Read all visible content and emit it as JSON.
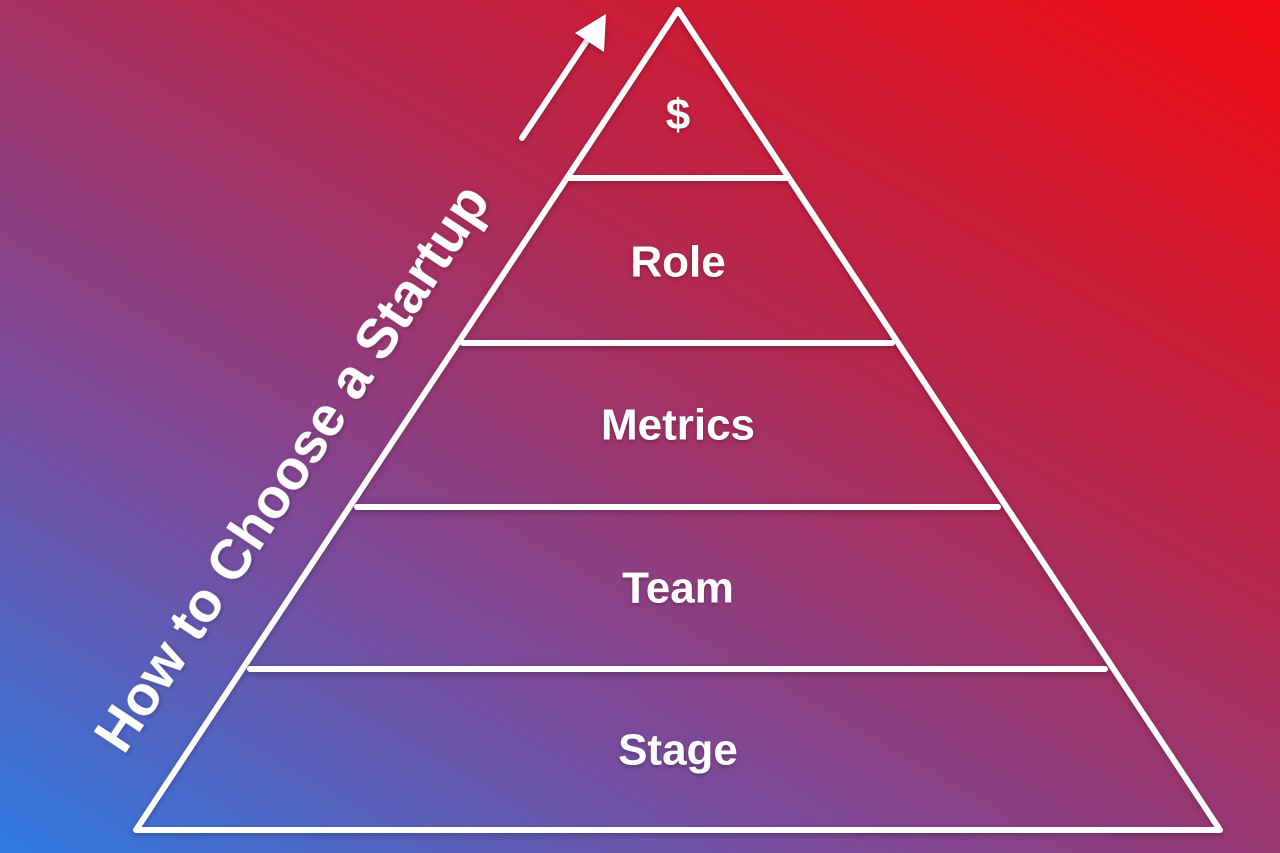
{
  "title": "How to Choose a Startup",
  "levels": [
    {
      "label": "$"
    },
    {
      "label": "Role"
    },
    {
      "label": "Metrics"
    },
    {
      "label": "Team"
    },
    {
      "label": "Stage"
    }
  ],
  "colors": {
    "gradient_start": "#2f7be3",
    "gradient_mid": "#b5284f",
    "gradient_end": "#f20a10",
    "lines": "#ffffff",
    "text": "#ffffff"
  },
  "icons": {
    "arrow": "arrow-up-right-icon"
  }
}
